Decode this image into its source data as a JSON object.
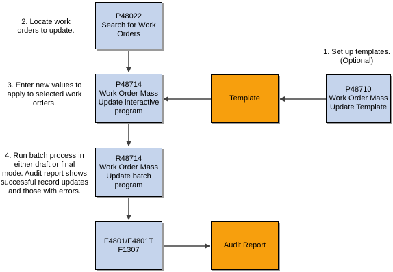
{
  "nodes": {
    "p48022": [
      "P48022",
      "Search for Work",
      "Orders"
    ],
    "p48714": [
      "P48714",
      "Work Order Mass",
      "Update interactive",
      "program"
    ],
    "r48714": [
      "R48714",
      "Work Order Mass",
      "Update batch",
      "program"
    ],
    "f4801": [
      "F4801/F4801T",
      "F1307"
    ],
    "template": [
      "Template"
    ],
    "audit": [
      "Audit Report"
    ],
    "p48710": [
      "P48710",
      "Work Order Mass",
      "Update Template"
    ]
  },
  "notes": {
    "step1": [
      "1. Set up templates.",
      "(Optional)"
    ],
    "step2": [
      "2. Locate work",
      "orders to update."
    ],
    "step3": [
      "3. Enter new values to",
      "apply to selected work",
      "orders."
    ],
    "step4": [
      "4. Run batch process in",
      "either draft or final",
      "mode. Audit report shows",
      "successful record updates",
      "and those with errors."
    ]
  },
  "colors": {
    "blue_box": "#c5d4ec",
    "orange_box": "#f79f0d",
    "arrow": "#404040"
  }
}
